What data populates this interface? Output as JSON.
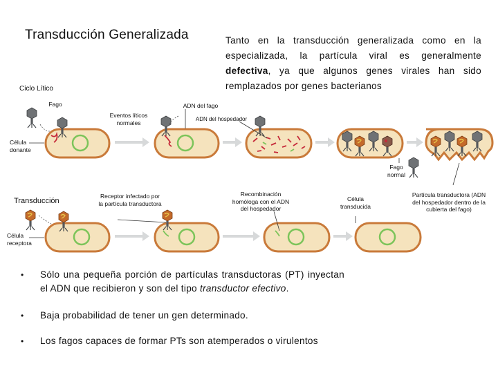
{
  "title": "Transducción Generalizada",
  "description": {
    "part1": "Tanto en la transducción generalizada como en la especializada, la partícula viral es generalmente ",
    "bold": "defectiva",
    "part2": ", ya que algunos genes virales han sido remplazados por genes bacterianos"
  },
  "labels": {
    "ciclo_litico": "Ciclo Lítico",
    "fago": "Fago",
    "adn_fago": "ADN del fago",
    "eventos_liticos": "Eventos líticos normales",
    "adn_hospedador": "ADN del hospedador",
    "celula_donante": "Célula donante",
    "fago_normal": "Fago normal",
    "transduccion": "Transducción",
    "receptor_infectado": "Receptor infectado por la partícula transductora",
    "recombinacion": "Recombinación homóloga con el ADN del hospedador",
    "celula_transducida": "Célula transducida",
    "particula_transductora": "Partícula transductora (ADN del hospedador dentro de la cubierta del fago)",
    "celula_receptora": "Célula receptora"
  },
  "bullets": {
    "b1_a": "Sólo una pequeña porción de partículas transductoras (PT) inyectan el ADN que recibieron y son del tipo ",
    "b1_em": "transductor efectivo",
    "b1_b": ".",
    "b2": "Baja probabilidad de tener un gen determinado.",
    "b3": "Los fagos capaces de formar PTs son atemperados o virulentos",
    "bullet_char": "•"
  },
  "colors": {
    "cell_fill": "#f5e3bd",
    "cell_edge": "#c97a3a",
    "chromosome": "#7cc45a",
    "phage_dna": "#c62a3a",
    "phage_head": "#6f7275",
    "transducing_head": "#c46a2a"
  }
}
